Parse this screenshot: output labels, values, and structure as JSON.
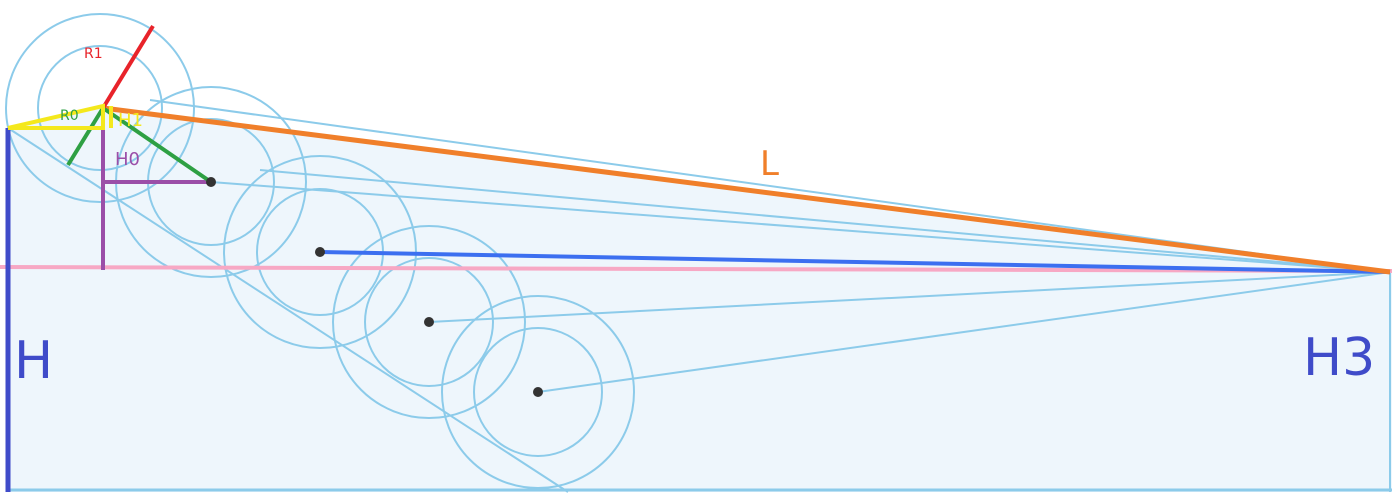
{
  "labels": {
    "R1": "R1",
    "R0": "R0",
    "H1": "H1",
    "H0": "H0",
    "L": "L",
    "H": "H",
    "H3": "H3"
  },
  "colors": {
    "background_fill": "#eef6fc",
    "construction_line": "#8ccbea",
    "circle_stroke": "#8ccbea",
    "dot": "#333333",
    "R1": "#e8232a",
    "R0": "#2ea043",
    "H1": "#f4e81c",
    "H0": "#9b4fa8",
    "L": "#f07f2a",
    "H": "#3f4bc9",
    "H3": "#3f4bc9",
    "horizon": "#f7a8c4",
    "blue_ray": "#3c6ff0"
  }
}
